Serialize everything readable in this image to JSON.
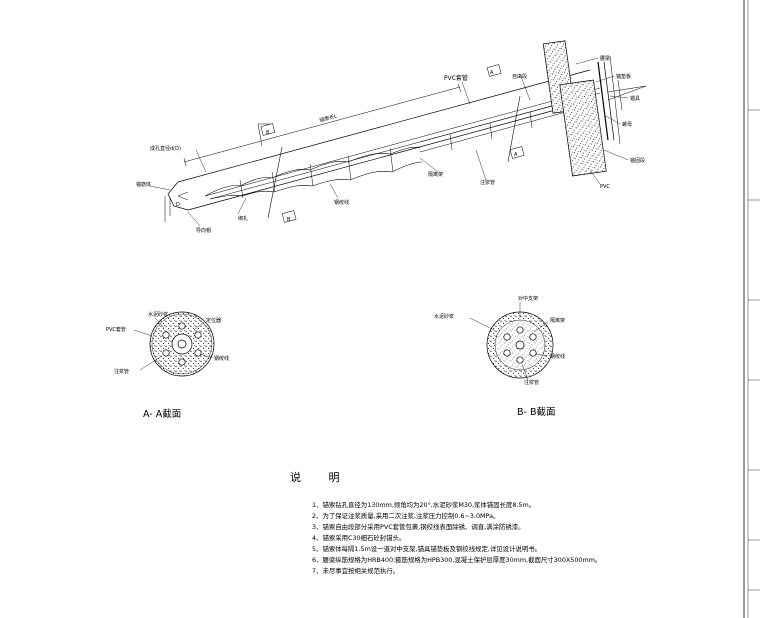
{
  "elevation": {
    "labels": {
      "pvc": "PVC套管",
      "pvc_b": "PVC",
      "total_len": "锚索长L",
      "diameter": "成孔直径d(D)",
      "anchor_head": "导向帽",
      "free_seg": "自由段",
      "isolator": "隔离架",
      "anchor_bolt": "锚筋体",
      "grout_pipe": "注浆管",
      "strand": "钢绞线",
      "plate": "锚垫板",
      "anchor": "锚具",
      "waist_beam": "腰梁",
      "nut": "螺母",
      "bind": "绑扎",
      "r_label": "锚固段",
      "d_mark": "D",
      "section_a_top": "A",
      "section_a_bot": "A",
      "section_b_top": "B",
      "section_b_bot": "B"
    }
  },
  "section_a": {
    "title": "A- A截面",
    "labels": {
      "pvc": "PVC套管",
      "grout": "水泥砂浆",
      "spacer": "定位器",
      "strand": "钢绞线",
      "grout_pipe": "注浆管"
    }
  },
  "section_b": {
    "title": "B- B截面",
    "labels": {
      "grout": "水泥砂浆",
      "top": "对中支架",
      "spacer": "隔离架",
      "strand": "钢绞线",
      "grout_pipe": "注浆管"
    }
  },
  "notes": {
    "title": "说 明",
    "items": [
      "1、锚索钻孔直径为130mm,倾角均为20°,水泥砂浆M30,浆体锚固长度8.5m。",
      "2、为了保证注浆质量,采用二次注浆,注浆压力控制0.6~3.0MPa。",
      "3、锚索自由段部分采用PVC套管包裹,钢绞线表面除锈、调直,满涂防锈漆。",
      "4、锚索采用C30细石砼封锚头。",
      "5、锚索体每隔1.5m设一道对中支架,锚具锚垫板及钢绞线规定,详见设计说明书。",
      "6、腰梁纵筋规格为HRB400;箍筋规格为HPB300,混凝土保护层厚度30mm,截面尺寸300X500mm。",
      "7、未尽事宜按相关规范执行。"
    ]
  },
  "colors": {
    "line": "#000000",
    "paper": "#ffffff"
  }
}
